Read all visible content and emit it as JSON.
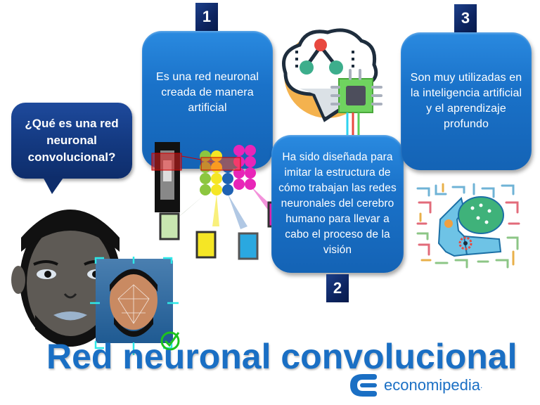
{
  "speech_bubble": {
    "text": "¿Qué es una red neuronal convolucional?"
  },
  "steps": [
    {
      "number": "1",
      "text": "Es una red neuronal creada de manera artificial"
    },
    {
      "number": "2",
      "text": "Ha sido diseñada para imitar la estructura de cómo trabajan las redes neuronales del cerebro humano para llevar a cabo el proceso de la visión"
    },
    {
      "number": "3",
      "text": "Son muy utilizadas en la inteligencia artificial y el aprendizaje profundo"
    }
  ],
  "title": "Red neuronal convolucional",
  "brand": {
    "name": "economipedia",
    "dot": ".",
    "color": "#1a6fc4"
  },
  "illustrations": {
    "faces": "face-recognition-illustration",
    "cnn_layers": "convolution-filters-illustration",
    "brain_chip": "brain-chip-icon",
    "ai_head": "ai-head-maze-illustration"
  },
  "colors": {
    "box_blue": "#1a72c9",
    "tab_navy": "#0d2460",
    "speech_navy": "#143a82",
    "title_blue": "#1a6fc4"
  }
}
